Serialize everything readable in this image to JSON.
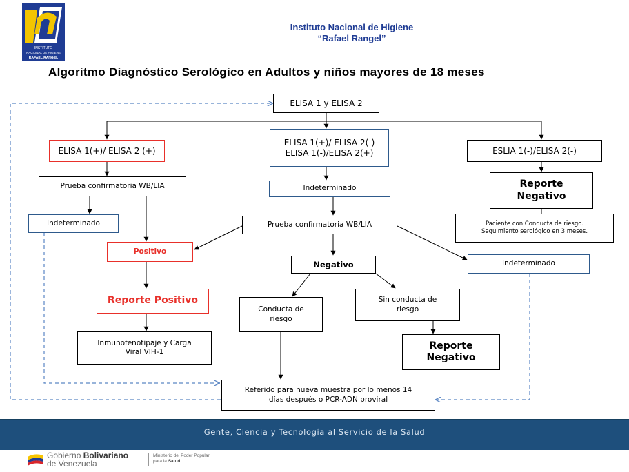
{
  "header": {
    "institute_name": "Instituto Nacional de Higiene",
    "institute_subname": "“Rafael Rangel”",
    "logo_small_text_1": "INSTITUTO",
    "logo_small_text_2": "NACIONAL DE HIGIENE",
    "logo_small_text_3": "RAFAEL RANGEL",
    "title": "Algoritmo  Diagnóstico  Serológico  en  Adultos  y  niños  mayores  de  18  meses"
  },
  "flow": {
    "elisa_start": "ELISA 1 y ELISA 2",
    "left_both_pos": "ELISA 1(+)/ ELISA 2 (+)",
    "mid_discordant_line1": "ELISA 1(+)/ ELISA 2(-)",
    "mid_discordant_line2": "ELISA 1(-)/ELISA 2(+)",
    "right_both_neg": "ESLIA 1(-)/ELISA 2(-)",
    "left_confirm": "Prueba confirmatoria  WB/LIA",
    "mid_indet": "Indeterminado",
    "right_report_neg": "Reporte Negativo",
    "left_indet": "Indeterminado",
    "mid_confirm": "Prueba confirmatoria  WB/LIA",
    "risk_note_line1": "Paciente con Conducta  de  riesgo.",
    "risk_note_line2": "Seguimiento serológico  en 3 meses.",
    "positive": "Positivo",
    "negative": "Negativo",
    "right_indet": "Indeterminado",
    "report_pos": "Reporte Positivo",
    "risk_behavior": "Conducta  de riesgo",
    "no_risk_behavior": "Sin conducta  de riesgo",
    "immuno": "Inmunofenotipaje  y Carga Viral VIH-1",
    "report_neg_bottom": "Reporte Negativo",
    "referral_line1": "Referido para nueva muestra por lo menos 14",
    "referral_line2": "días después o PCR-ADN  proviral"
  },
  "footer": {
    "slogan": "Gente, Ciencia y Tecnología al Servicio de la Salud",
    "gov_line1_prefix": "Gobierno ",
    "gov_line1_bold": "Bolivariano",
    "gov_line2": "de Venezuela",
    "ministry_line1": "Ministerio del Poder Popular",
    "ministry_line2_prefix": "para la ",
    "ministry_line2_bold": "Salud"
  },
  "colors": {
    "title_blue": "#1f3c94",
    "box_blue_border": "#2e5a8c",
    "red": "#e8302a",
    "dashed_line": "#5b86c4",
    "footer_band": "#1e4f7c"
  }
}
